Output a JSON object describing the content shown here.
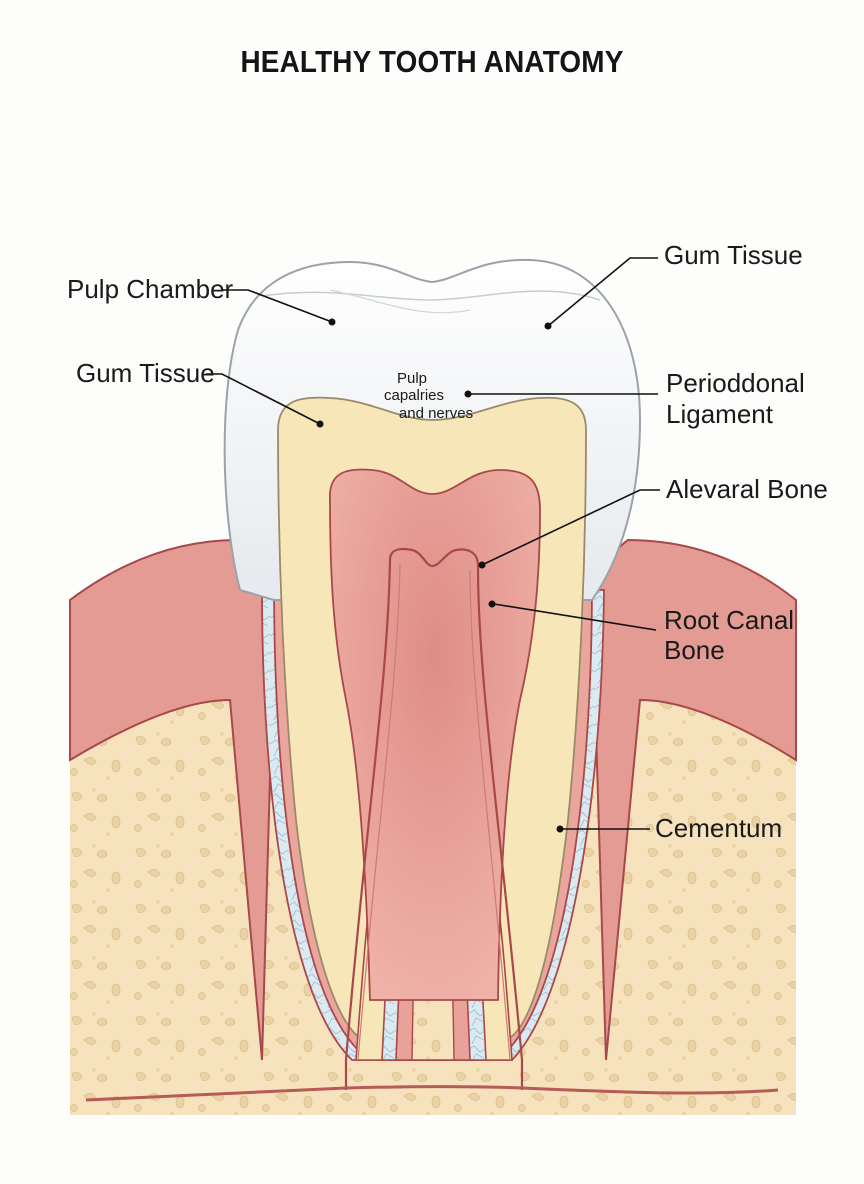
{
  "title": "HEALTHY TOOTH ANATOMY",
  "labels": {
    "pulp_chamber": "Pulp Chamber",
    "gum_tissue_left": "Gum Tissue",
    "gum_tissue_right": "Gum Tissue",
    "pulp_line1": "Pulp",
    "pulp_line2": "capalries",
    "pulp_line3": "and nerves",
    "periodontal_line1": "Perioddonal",
    "periodontal_line2": "Ligament",
    "alveolar_bone": "Alevaral Bone",
    "root_canal_line1": "Root Canal",
    "root_canal_line2": "Bone",
    "cementum": "Cementum"
  },
  "colors": {
    "enamel": "#eef1f4",
    "dentin": "#f7e6b8",
    "pulp": "#e9a49c",
    "gum": "#e29a92",
    "bone": "#f6e3bd",
    "ligament": "#d8e8ef",
    "outline": "#a8484a"
  }
}
